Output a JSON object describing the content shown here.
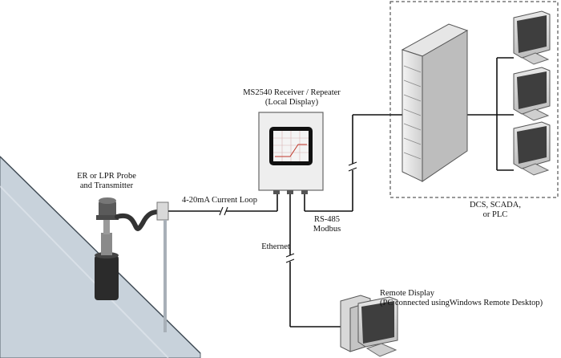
{
  "labels": {
    "probe": [
      "ER or LPR Probe",
      "and Transmitter"
    ],
    "current_loop": "4-20mA Current Loop",
    "receiver": [
      "MS2540 Receiver / Repeater",
      "(Local Display)"
    ],
    "rs485": [
      "RS-485",
      "Modbus"
    ],
    "ethernet": "Ethernet",
    "control_system": [
      "DCS, SCADA,",
      "or PLC"
    ],
    "remote_display": [
      "Remote Display",
      "(PC connected usingWindows Remote Desktop)"
    ]
  }
}
